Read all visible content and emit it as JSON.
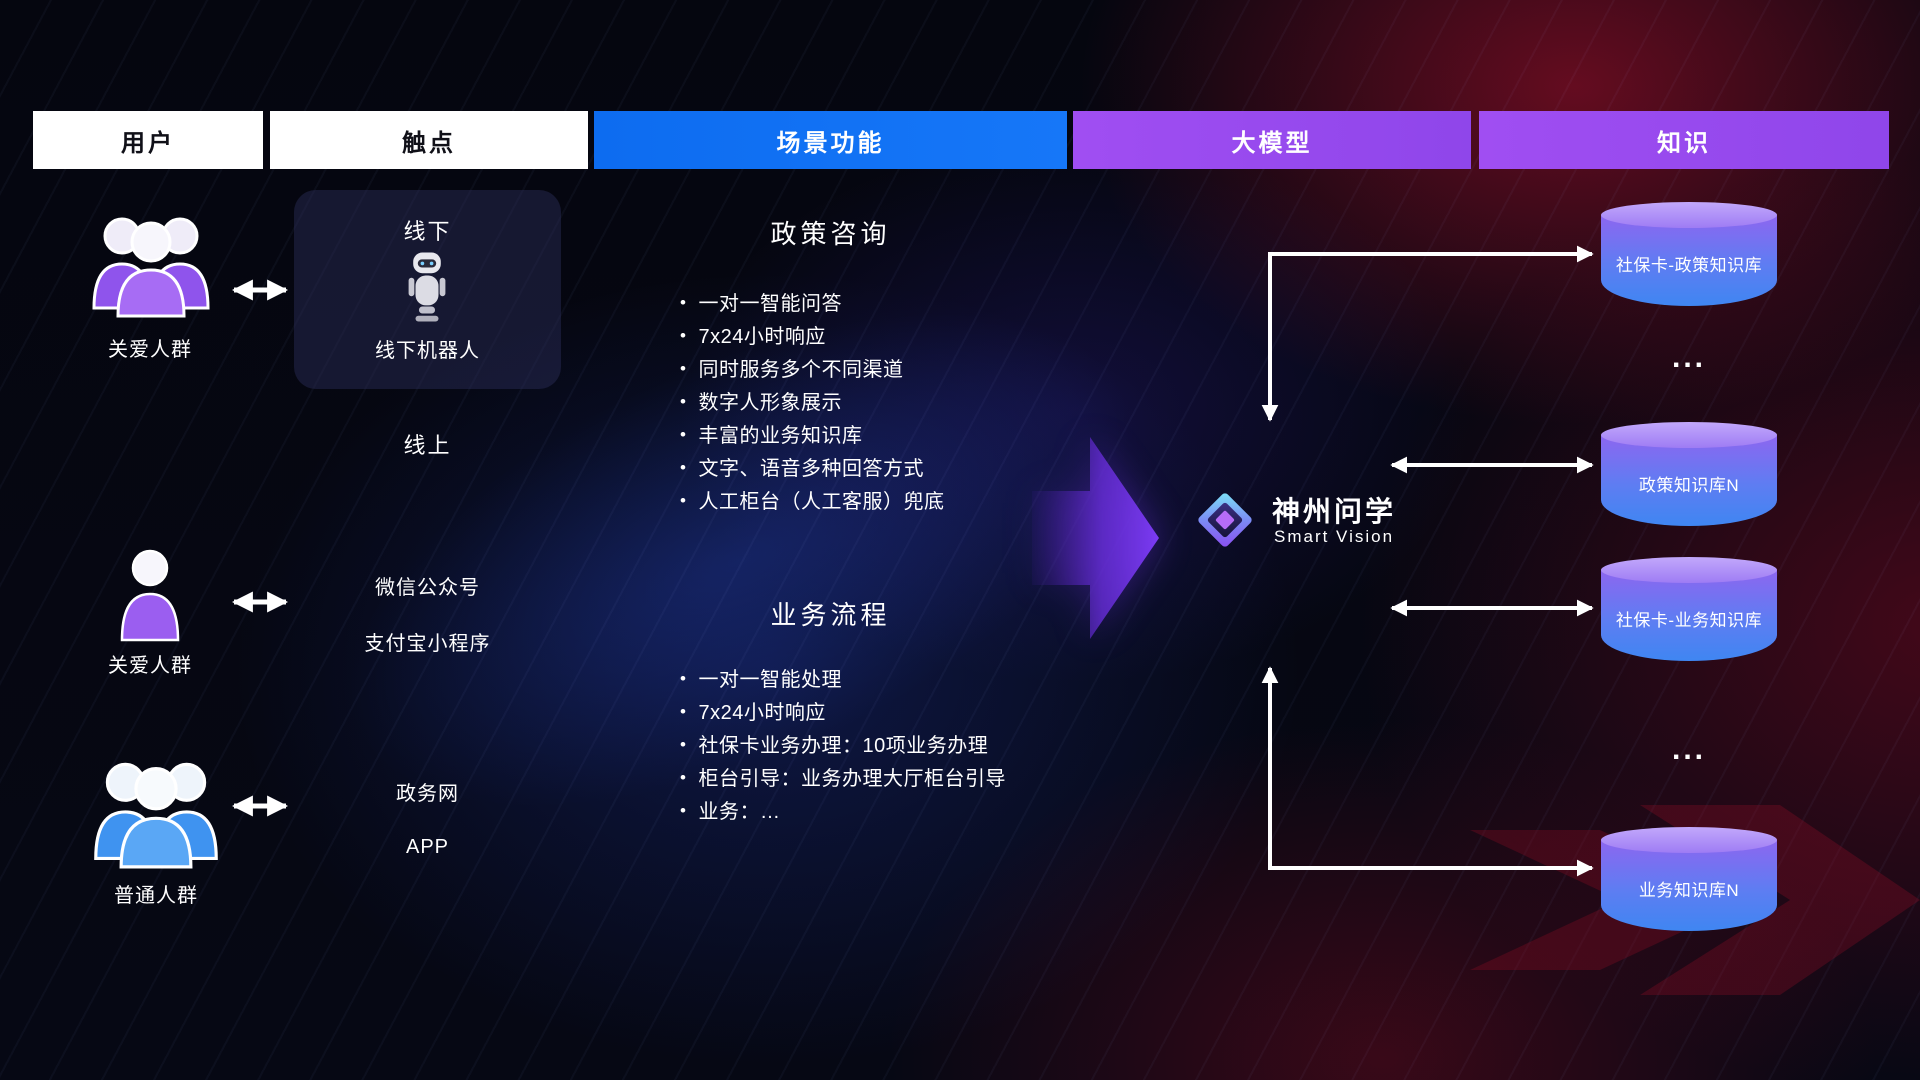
{
  "header": {
    "col_user": "用户",
    "col_touchpoint": "触点",
    "col_scene": "场景功能",
    "col_model": "大模型",
    "col_knowledge": "知识"
  },
  "users": {
    "group1_label": "关爱人群",
    "group2_label": "关爱人群",
    "group3_label": "普通人群"
  },
  "touchpoints": {
    "offline_title": "线下",
    "offline_robot": "线下机器人",
    "online_title": "线上",
    "wechat": "微信公众号",
    "alipay": "支付宝小程序",
    "gov": "政务网",
    "app": "APP"
  },
  "scene": {
    "policy": {
      "title": "政策咨询",
      "items": [
        "一对一智能问答",
        "7x24小时响应",
        "同时服务多个不同渠道",
        "数字人形象展示",
        "丰富的业务知识库",
        "文字、语音多种回答方式",
        "人工柜台（人工客服）兜底"
      ]
    },
    "business": {
      "title": "业务流程",
      "items": [
        "一对一智能处理",
        "7x24小时响应",
        "社保卡业务办理：10项业务办理",
        "柜台引导：业务办理大厅柜台引导",
        "业务：…"
      ]
    }
  },
  "model": {
    "name": "神州问学",
    "subtitle": "Smart Vision"
  },
  "knowledge": {
    "kb1": "社保卡-政策知识库",
    "dots1": "...",
    "kb2": "政策知识库N",
    "kb3": "社保卡-业务知识库",
    "dots2": "...",
    "kb4": "业务知识库N"
  },
  "colors": {
    "scene_header_blue": "#0d6cf0",
    "model_header_purple": "#9b4df2",
    "cylinder_top": "#b49af8",
    "cylinder_bottom": "#3f86f2",
    "user_purple": "#9b5ef0",
    "user_blue": "#4f9ef5",
    "background_red": "#c01230",
    "background_blue": "#2646d7"
  }
}
